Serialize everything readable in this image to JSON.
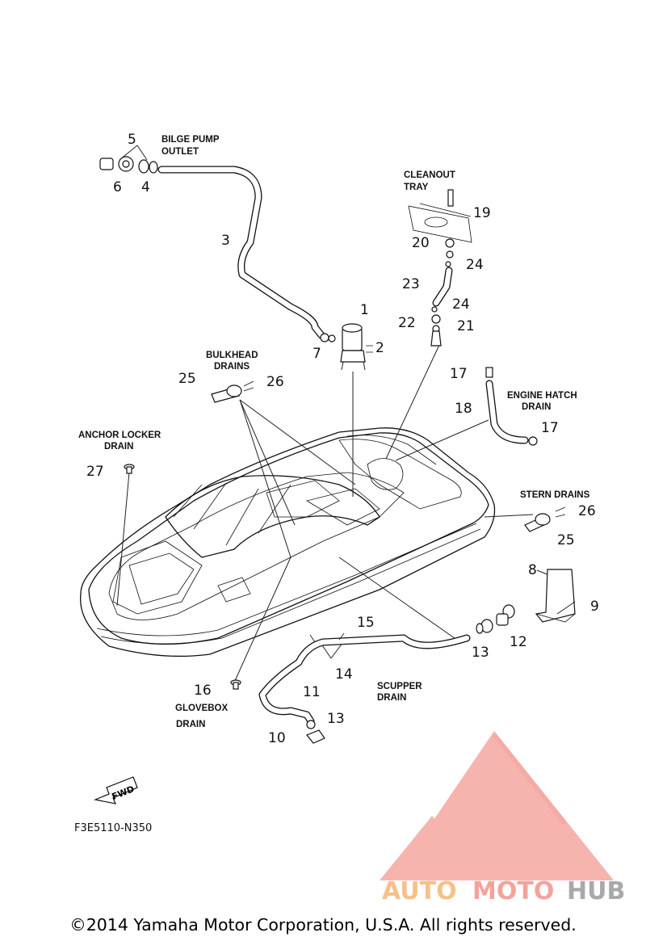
{
  "title": "",
  "labels": {
    "bilge_pump_outlet": [
      "BILGE PUMP",
      "OUTLET"
    ],
    "cleanout_tray": [
      "CLEANOUT",
      "TRAY"
    ],
    "bulkhead_drains": [
      "BULKHEAD",
      "DRAINS"
    ],
    "engine_hatch_drain": [
      "ENGINE HATCH",
      "DRAIN"
    ],
    "anchor_locker_drain": [
      "ANCHOR LOCKER",
      "DRAIN"
    ],
    "stern_drains": [
      "STERN DRAINS"
    ],
    "scupper_drain": [
      "SCUPPER",
      "DRAIN"
    ],
    "glovebox_drain": [
      "GLOVEBOX",
      "DRAIN"
    ]
  },
  "part_numbers": {
    "p1": "1",
    "p2": "2",
    "p3": "3",
    "p4": "4",
    "p5": "5",
    "p6": "6",
    "p7": "7",
    "p8": "8",
    "p9": "9",
    "p10": "10",
    "p11": "11",
    "p12": "12",
    "p13a": "13",
    "p13b": "13",
    "p14": "14",
    "p15": "15",
    "p16": "16",
    "p17a": "17",
    "p17b": "17",
    "p18": "18",
    "p19": "19",
    "p20": "20",
    "p21": "21",
    "p22": "22",
    "p23": "23",
    "p24a": "24",
    "p24b": "24",
    "p25a": "25",
    "p25b": "25",
    "p26a": "26",
    "p26b": "26",
    "p27": "27"
  },
  "fwd_label": "FWD",
  "diagram_code": "F3E5110-N350",
  "copyright": "©2014 Yamaha Motor Corporation, U.S.A. All rights reserved.",
  "watermark": {
    "parts": [
      "AUTO",
      "MOTO",
      "HUB"
    ],
    "colors": {
      "auto": "#f6c189",
      "moto": "#f4a39c",
      "hub": "#a9a9a9",
      "logo": "#f4a39c"
    }
  }
}
